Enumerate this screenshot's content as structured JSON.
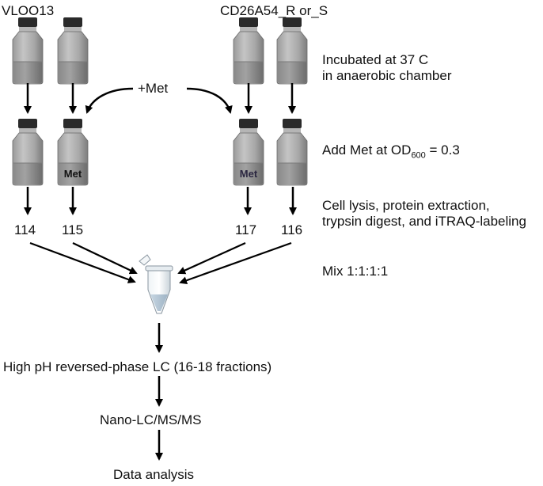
{
  "strains": {
    "left": "VLOO13",
    "right": "CD26A54_R or_S"
  },
  "met_label": "+Met",
  "bottle_met_label": "Met",
  "steps": {
    "incubation_line1": "Incubated at 37  C",
    "incubation_line2": "in anaerobic chamber",
    "add_met_prefix": "Add Met at OD",
    "add_met_subscript": "600",
    "add_met_suffix": " = 0.3",
    "lysis_line1": "Cell lysis, protein extraction,",
    "lysis_line2": "trypsin digest, and iTRAQ-labeling",
    "mix": "Mix 1:1:1:1"
  },
  "itraq_tags": [
    "114",
    "115",
    "117",
    "116"
  ],
  "workflow": {
    "fractionation": "High pH reversed-phase LC (16-18 fractions)",
    "ms": "Nano-LC/MS/MS",
    "analysis": "Data analysis"
  },
  "colors": {
    "cap": "#2a2a2a",
    "bottle_top": "#c9c9c9",
    "bottle_body": "#8f8f8f",
    "arrow": "#000000",
    "met_text_left": "#111111",
    "met_text_right": "#2a2640"
  }
}
